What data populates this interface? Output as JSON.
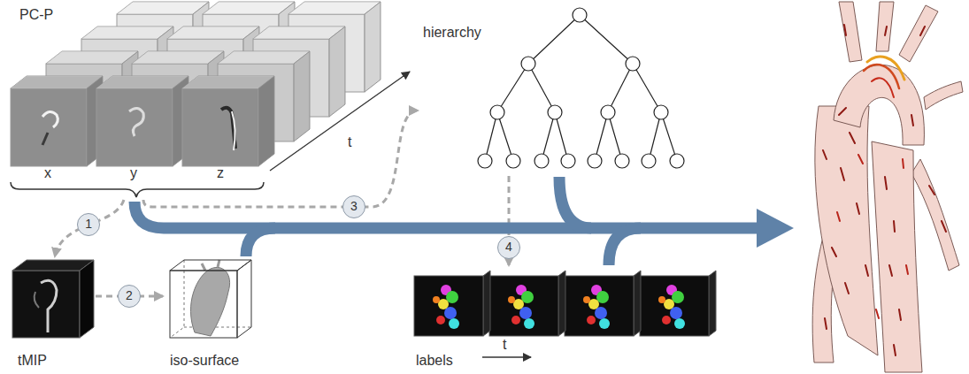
{
  "diagram": {
    "nodes": [
      {
        "text": [
          "PC-P"
        ]
      },
      {
        "text": [
          "tMIP"
        ]
      },
      {
        "text": [
          "iso-surface"
        ]
      },
      {
        "text": [
          "hierarchy"
        ]
      },
      {
        "text": [
          "labels"
        ]
      }
    ],
    "edges": [
      {
        "from": 0,
        "to": 1,
        "label": "1",
        "arrow": "to"
      },
      {
        "from": 1,
        "to": 2,
        "label": "2",
        "arrow": "to"
      },
      {
        "from": 0,
        "to": 3,
        "label": "3",
        "arrow": "to"
      },
      {
        "from": 3,
        "to": 4,
        "label": "4",
        "arrow": "to"
      }
    ],
    "labels": [
      "x",
      "y",
      "z",
      "t",
      "t"
    ]
  }
}
